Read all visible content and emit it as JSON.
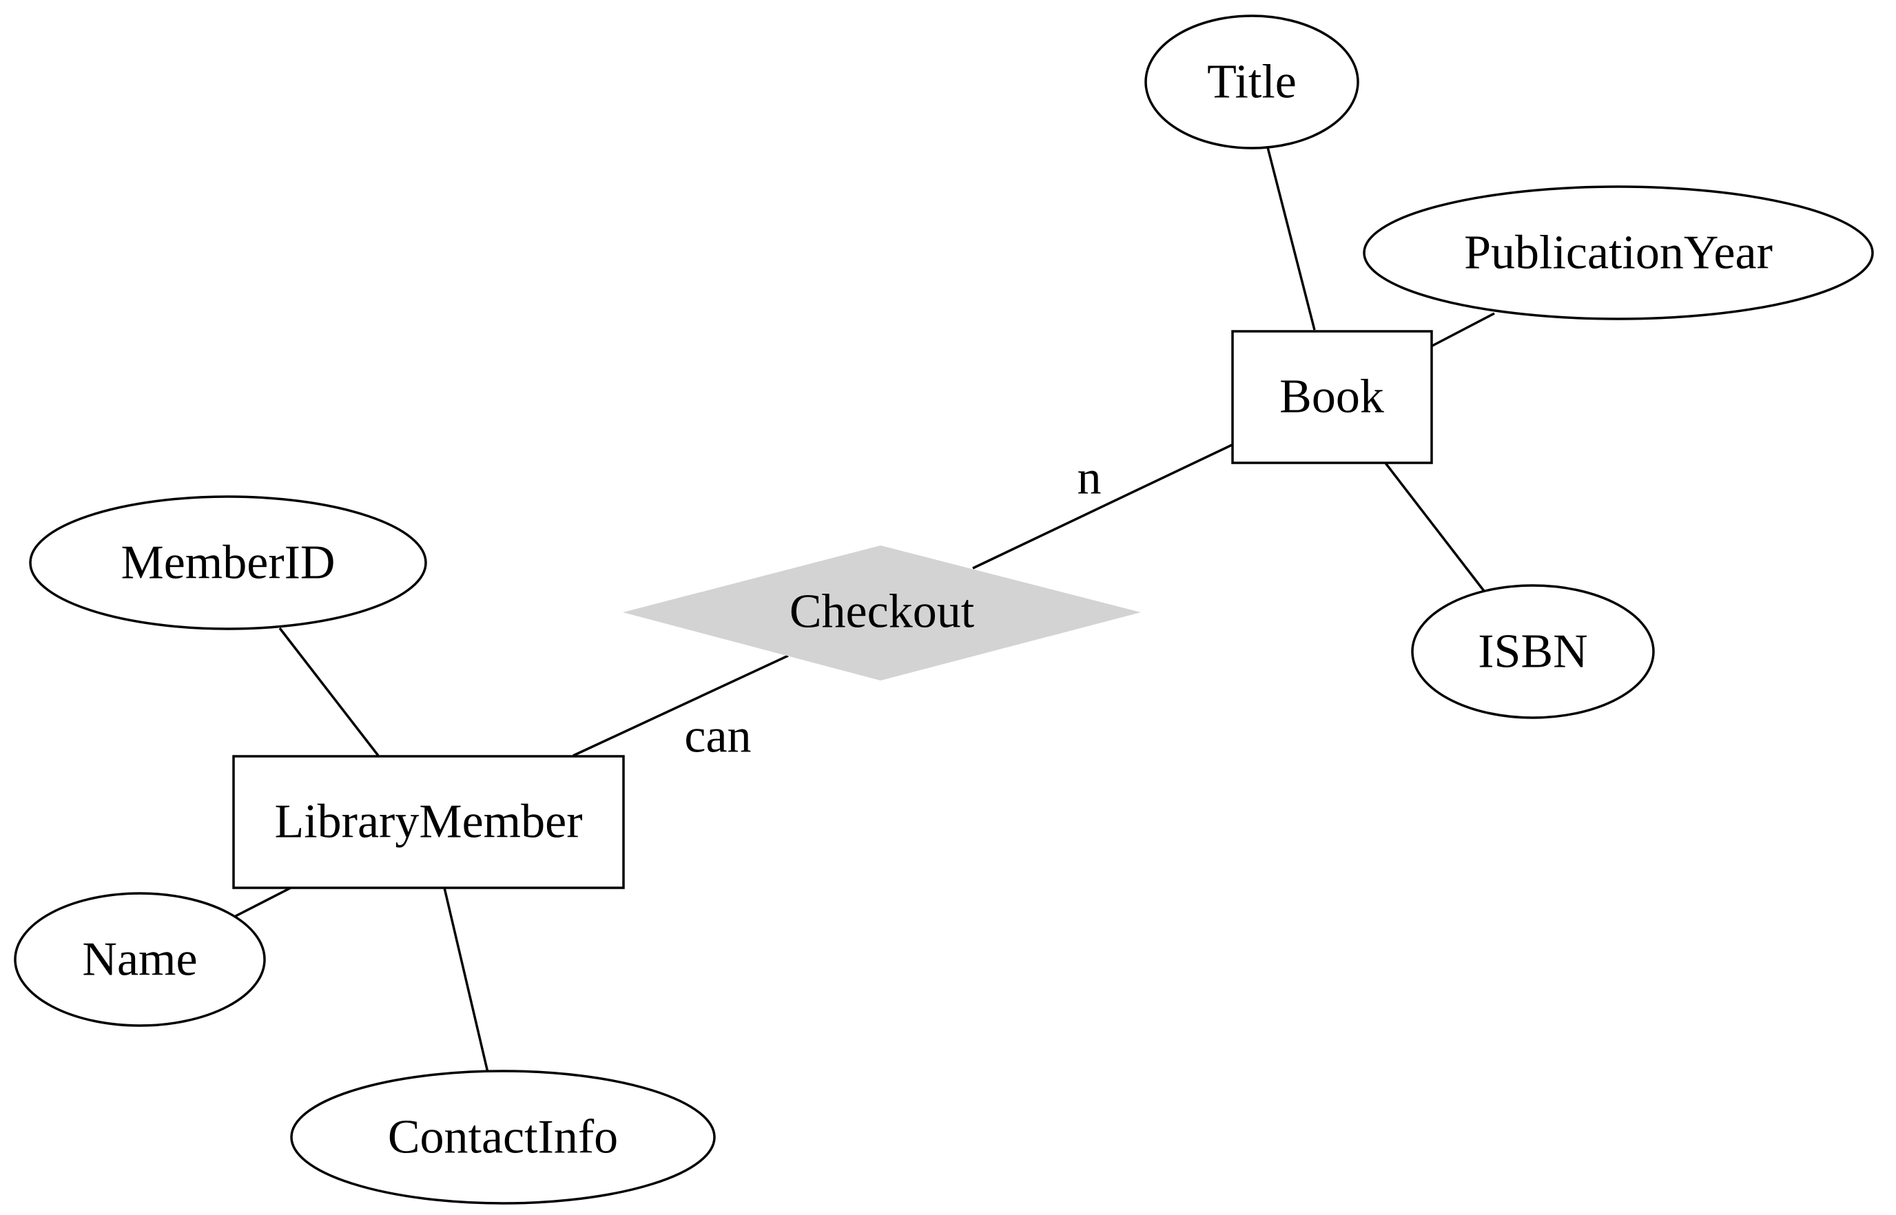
{
  "diagram": {
    "entities": {
      "book": "Book",
      "library_member": "LibraryMember"
    },
    "relationship": {
      "checkout": "Checkout",
      "color": "#d3d3d3"
    },
    "attributes": {
      "title": "Title",
      "publication_year": "PublicationYear",
      "isbn": "ISBN",
      "member_id": "MemberID",
      "name": "Name",
      "contact_info": "ContactInfo"
    },
    "edge_labels": {
      "book_side": "n",
      "member_side": "can"
    }
  }
}
